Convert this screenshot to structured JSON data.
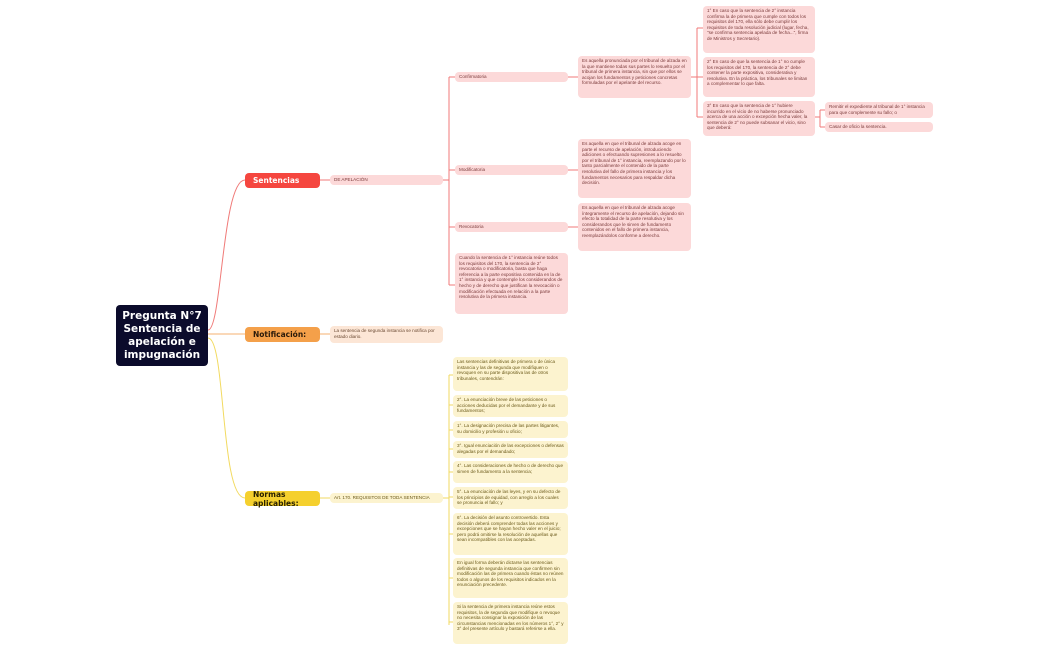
{
  "root": {
    "title": "Pregunta N°7\nSentencia de apelación e impugnación"
  },
  "colors": {
    "root": "#0b0b2b",
    "sentencias": "#f5463f",
    "notificacion": "#f4a04a",
    "normas": "#f5d02e",
    "pink_node": "#fcd9d9",
    "peach_node": "#fce6d6",
    "cream_node": "#fcf3cf"
  },
  "sentencias": {
    "label": "Sentencias",
    "child": "DE APELACIÓN",
    "types": [
      {
        "label": "Confirmatoria",
        "desc": "Es aquella pronunciada por el tribunal de alzada en la que mantiene todas sus partes lo resuelto por el tribunal de primera instancia, sin que por ellos se acojan los fundamentos y peticiones concretas formuladas por el apelante del recurso."
      },
      {
        "label": "Modificatoria",
        "desc": "Es aquella en que el tribunal de alzada acoge en parte el recurso de apelación, introduciendo adiciones o efectuando supresiones a lo resuelto por el tribunal de 1° instancia, reemplazando por lo tanto parcialmente el contenido de la parte resolutiva del fallo de primera instancia y los fundamentos necesarios para respaldar dicha decisión."
      },
      {
        "label": "Revocatoria",
        "desc": "Es aquella en que el tribunal de alzada acoge íntegramente el recurso de apelación, dejando sin efecto la totalidad de la parte resolutiva y los considerandos que le sirven de fundamento contenidos en el fallo de primera instancia, reemplazándolos conforme a derecho."
      }
    ],
    "cases": [
      "1° En caso que la sentencia de 2° instancia confirma la de primera que cumple con todos los requisitos del 170, ella sólo debe cumplir los requisitos de toda resolución judicial (lugar, fecha, \"se confirma sentencia apelada de fecha...\", firma de Ministros y Secretario).",
      "2° En caso de que la sentencia de 1° no cumple los requisitos del 170, la sentencia de 2° debe contener la parte expositiva, considerativa y resolutiva. En la práctica, los tribunales se limitan a complementar lo que falta.",
      "3° En caso que la sentencia de 1° hubiere incurrido en el vicio de no haberse pronunciado acerca de una acción o excepción hecha valer, la sentencia de 2° no puede subsanar el vicio, sino que deberá:"
    ],
    "options": [
      "Remitir el expediente al tribunal de 1° instancia para que complemente su fallo; o",
      "Casar de oficio la sentencia."
    ],
    "note": "Cuando la sentencia de 1° instancia reúne todos los requisitos del 170, la sentencia de 2° revocatoria o modificatoria, basta que haga referencia a la parte expositiva contenida en la de 1° instancia y que contemple los considerandos de hecho y de derecho que justifican la revocación o modificación efectuada en relación a la parte resolutiva de la primera instancia."
  },
  "notificacion": {
    "label": "Notificación:",
    "text": "La sentencia de segunda instancia se notifica por estado diario."
  },
  "normas": {
    "label": "Normas aplicables:",
    "child": "Art. 170. REQUISITOS DE TODA SENTENCIA",
    "items": [
      "Las sentencias definitivas de primera o de única instancia y las de segunda que modifiquen o revoquen en su parte dispositiva las de otros tribunales, contendrán:",
      "2°. La enunciación breve de las peticiones o acciones deducidas por el demandante y de sus fundamentos;",
      "1°. La designación precisa de las partes litigantes, su domicilio y profesión u oficio;",
      "3°. Igual enunciación de las excepciones o defensas alegadas por el demandado;",
      "4°. Las consideraciones de hecho o de derecho que sirven de fundamento a la sentencia;",
      "5°. La enunciación de las leyes, y en su defecto de los principios de equidad, con arreglo a los cuales se pronuncia el fallo; y",
      "6°. La decisión del asunto controvertido. Esta decisión deberá comprender todas las acciones y excepciones que se hayan hecho valer en el juicio; pero podrá omitirse la resolución de aquellas que sean incompatibles con las aceptadas.",
      "En igual forma deberán dictarse las sentencias definitivas de segunda instancia que confirmen sin modificación las de primera cuando éstas no reúnen todos o algunos de los requisitos indicados en la enunciación precedente.",
      "Si la sentencia de primera instancia reúne estos requisitos, la de segunda que modifique o revoque no necesita consignar la exposición de las circunstancias mencionadas en los números 1°, 2° y 3° del presente artículo y bastará referirse a ella."
    ]
  }
}
